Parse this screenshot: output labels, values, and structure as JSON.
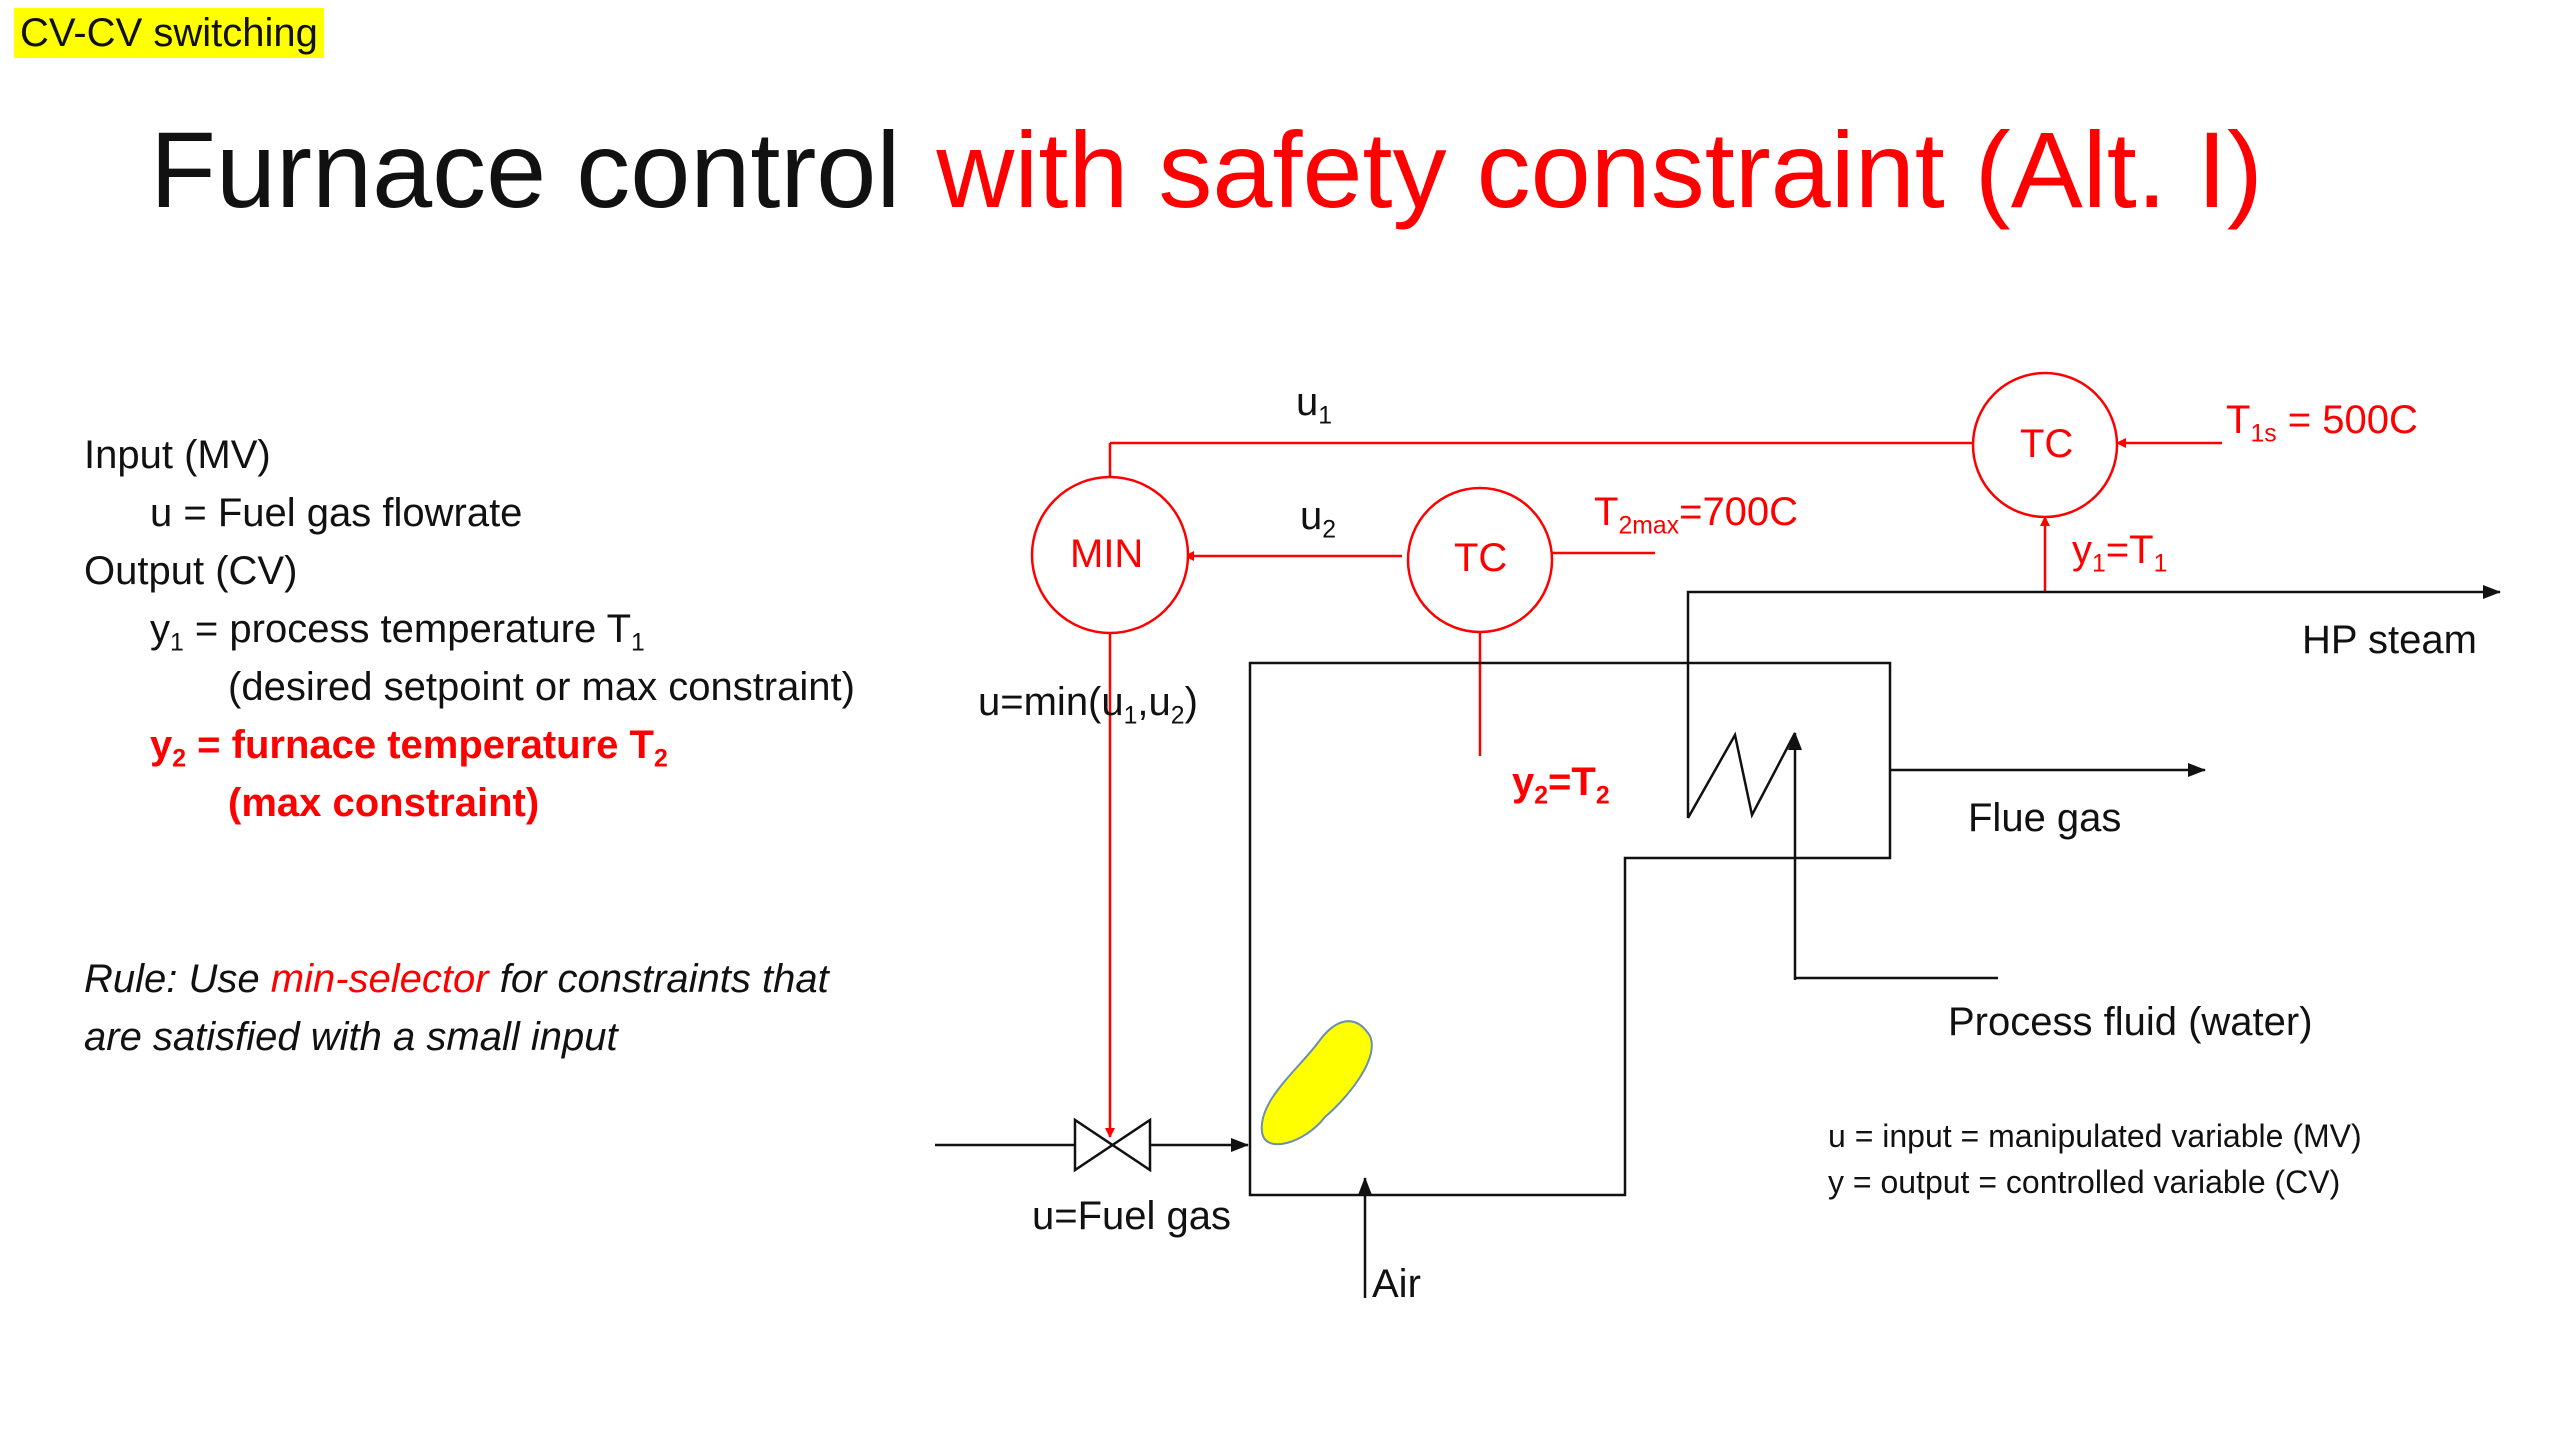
{
  "tag": "CV-CV switching",
  "title": {
    "black": "Furnace control",
    "red": "with safety constraint (Alt. I)"
  },
  "left": {
    "input_heading": "Input (MV)",
    "input_u": "u = Fuel gas flowrate",
    "output_heading": "Output (CV)",
    "y1_prefix": "y",
    "y1_sub": "1",
    "y1_text": " = process temperature T",
    "y1_T_sub": "1",
    "y1_note": "(desired setpoint or max constraint)",
    "y2_prefix": "y",
    "y2_sub": "2",
    "y2_text": " = furnace temperature T",
    "y2_T_sub": "2",
    "y2_note": "(max constraint)",
    "rule_pre": "Rule: Use ",
    "rule_red": "min-selector",
    "rule_post": " for constraints that",
    "rule_line2": "are satisfied with a small input"
  },
  "diagram": {
    "u1_label": "u",
    "u1_sub": "1",
    "u2_label": "u",
    "u2_sub": "2",
    "min_label": "MIN",
    "tc2_label": "TC",
    "tc1_label": "TC",
    "t1s_T": "T",
    "t1s_sub": "1s",
    "t1s_val": " = 500C",
    "t2max_T": "T",
    "t2max_sub": "2max",
    "t2max_val": "=700C",
    "y1_meas_y": "y",
    "y1_meas_sub": "1",
    "y1_meas_eq": "=T",
    "y1_meas_Tsub": "1",
    "y2_meas_y": "y",
    "y2_meas_sub": "2",
    "y2_meas_eq": "=T",
    "y2_meas_Tsub": "2",
    "umin_pre": "u=min(u",
    "umin_sub1": "1",
    "umin_mid": ",u",
    "umin_sub2": "2",
    "umin_post": ")",
    "hp_steam": "HP steam",
    "flue_gas": "Flue gas",
    "process_fluid": "Process fluid (water)",
    "fuel_gas": "u=Fuel gas",
    "air": "Air",
    "legend_u": "u = input = manipulated variable (MV)",
    "legend_y": "y = output = controlled variable (CV)"
  },
  "colors": {
    "signal": "#ff0000",
    "highlight": "#ffff00",
    "flame": "#ffff00",
    "flame_edge": "#6a8fb0"
  }
}
